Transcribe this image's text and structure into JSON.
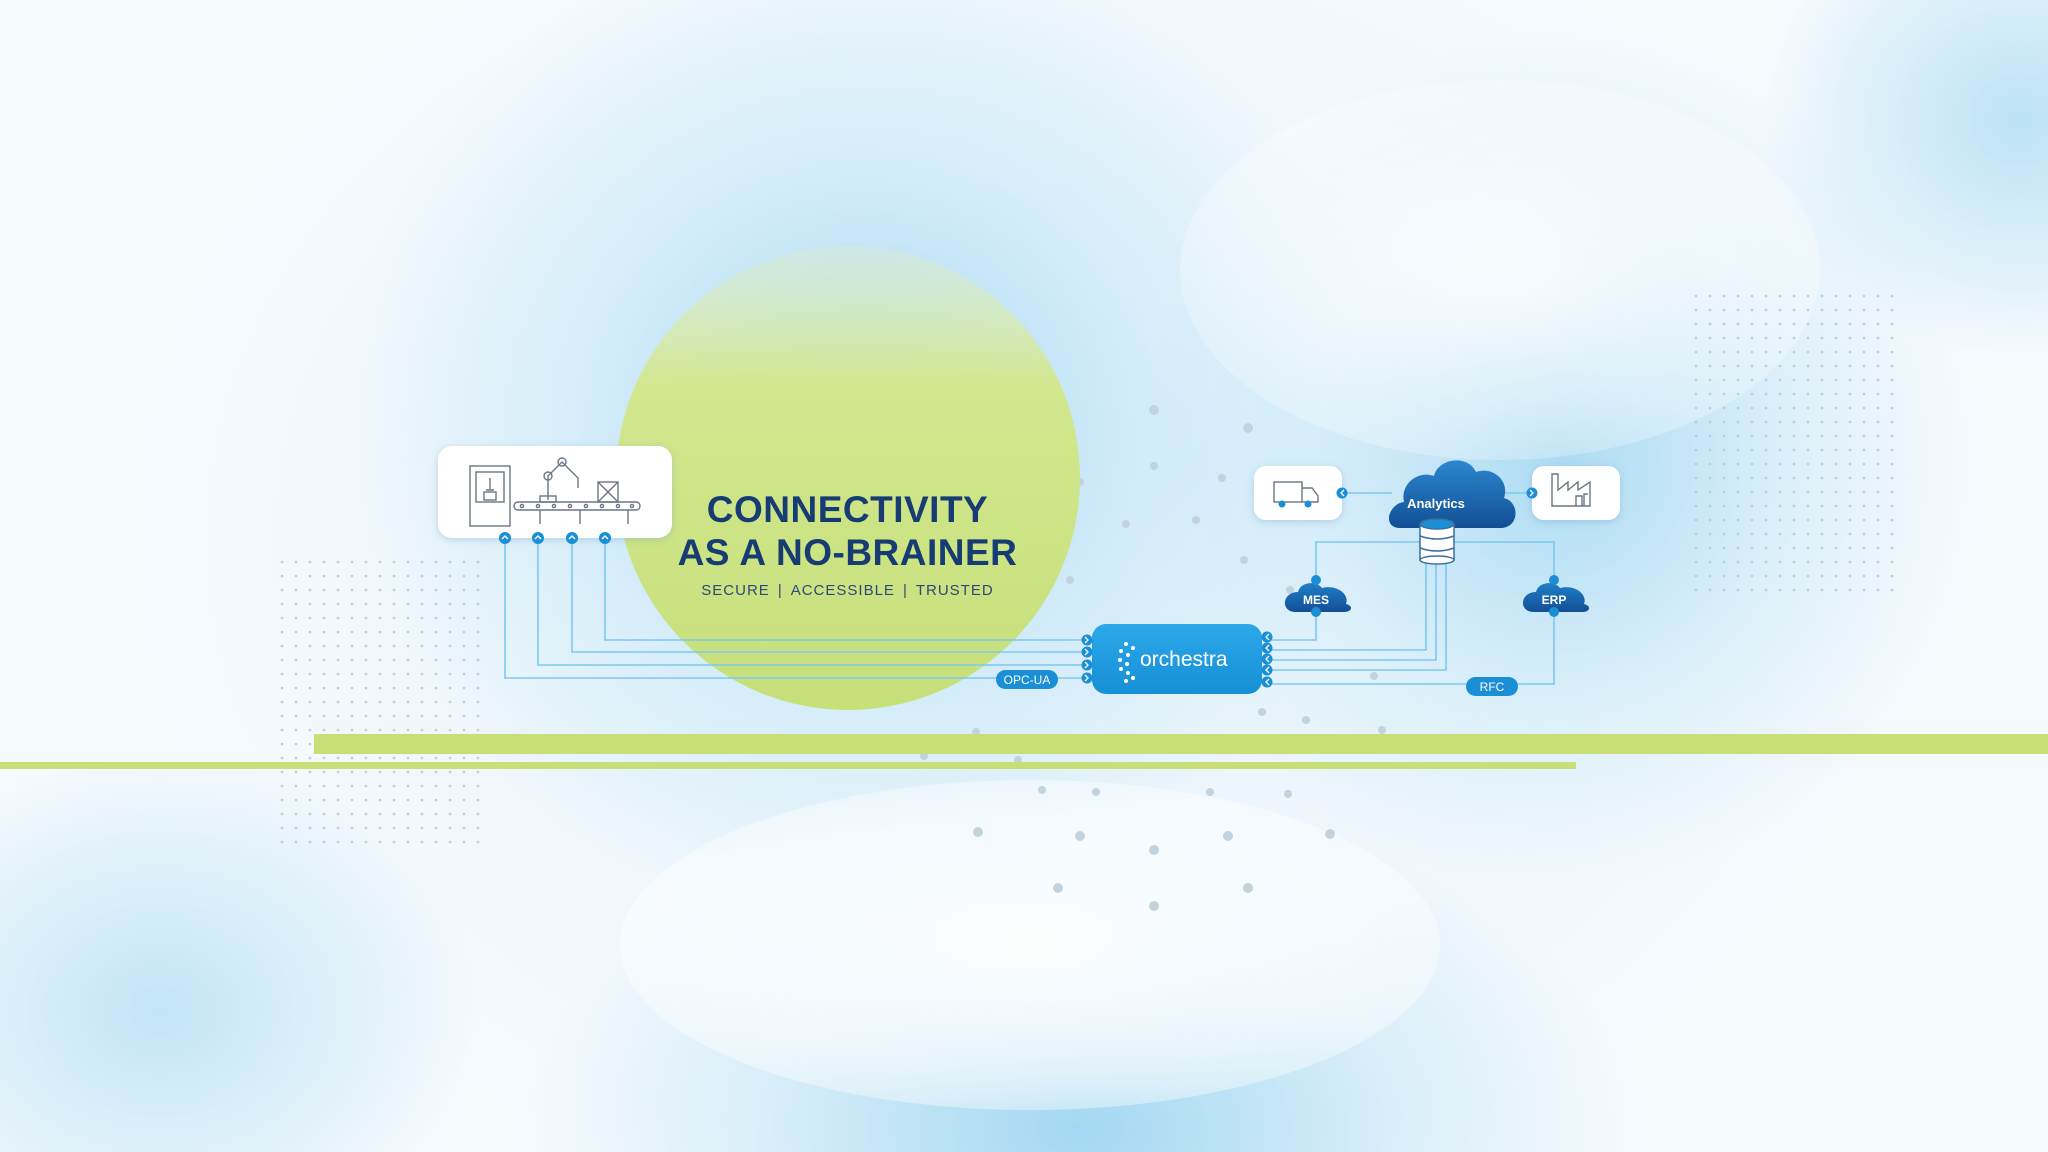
{
  "headline": {
    "line1": "CONNECTIVITY",
    "line2": "AS A NO-BRAINER"
  },
  "tagline": {
    "items": [
      "SECURE",
      "ACCESSIBLE",
      "TRUSTED"
    ],
    "separator": "|"
  },
  "diagram": {
    "hub_label": "orchestra",
    "cloud_label": "Analytics",
    "nodes": {
      "mes": "MES",
      "erp": "ERP"
    },
    "protocols": {
      "left": "OPC-UA",
      "right": "RFC"
    },
    "icons": {
      "production": [
        "3d-printer-icon",
        "robot-arm-icon",
        "conveyor-belt-icon",
        "package-icon"
      ],
      "truck": "truck-icon",
      "factory": "factory-icon",
      "database": "database-icon"
    }
  },
  "colors": {
    "navy": "#163c73",
    "blue": "#1a8fd6",
    "hub_blue": "#1f9be0",
    "lime": "#c8e07a",
    "light_line": "#6fc0ea"
  }
}
